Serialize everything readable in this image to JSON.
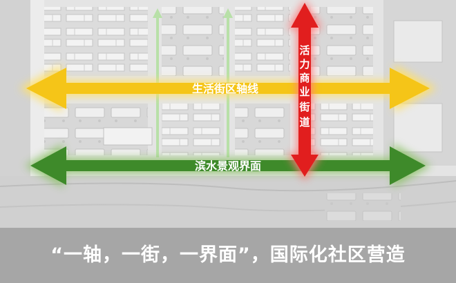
{
  "caption": "“一轴，一街，一界面”，国际化社区营造",
  "labels": {
    "axis": "生活街区轴线",
    "landscape": "滨水景观界面",
    "street": [
      "活",
      "力",
      "商",
      "业",
      "街",
      "道"
    ]
  },
  "colors": {
    "axis_arrow": "#f5c518",
    "axis_glow": "#ffe066",
    "landscape_arrow": "#3e8a2a",
    "landscape_glow": "#8ec26a",
    "street_arrow": "#e11e1e",
    "street_glow": "#ff7a7a",
    "green_lines": "#b8e0a8",
    "caption_bar": "#a6a6a6"
  }
}
